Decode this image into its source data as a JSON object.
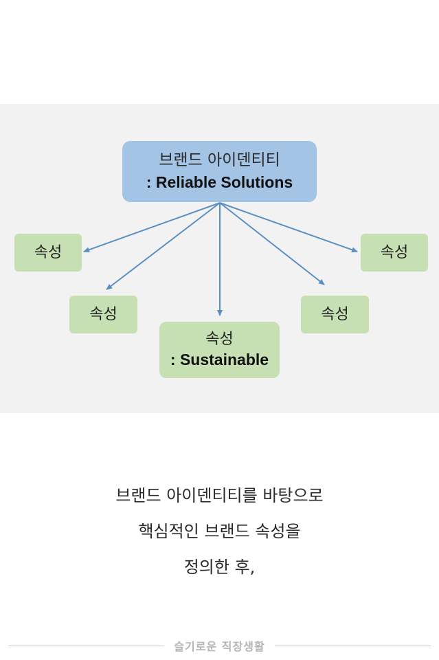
{
  "diagram": {
    "root": {
      "line1": "브랜드 아이덴티티",
      "line2": ": Reliable Solutions"
    },
    "attributes": [
      {
        "label": "속성"
      },
      {
        "label": "속성"
      },
      {
        "label": "속성",
        "sub": ": Sustainable"
      },
      {
        "label": "속성"
      },
      {
        "label": "속성"
      }
    ],
    "colors": {
      "root_fill": "#a4c4e6",
      "attribute_fill": "#c6e0b4",
      "arrow": "#5b8fc4",
      "panel": "#f2f2f2"
    }
  },
  "caption": {
    "line1": "브랜드 아이덴티티를 바탕으로",
    "line2": "핵심적인 브랜드 속성을",
    "line3": "정의한 후,"
  },
  "footer": {
    "brand": "슬기로운 직장생활"
  }
}
